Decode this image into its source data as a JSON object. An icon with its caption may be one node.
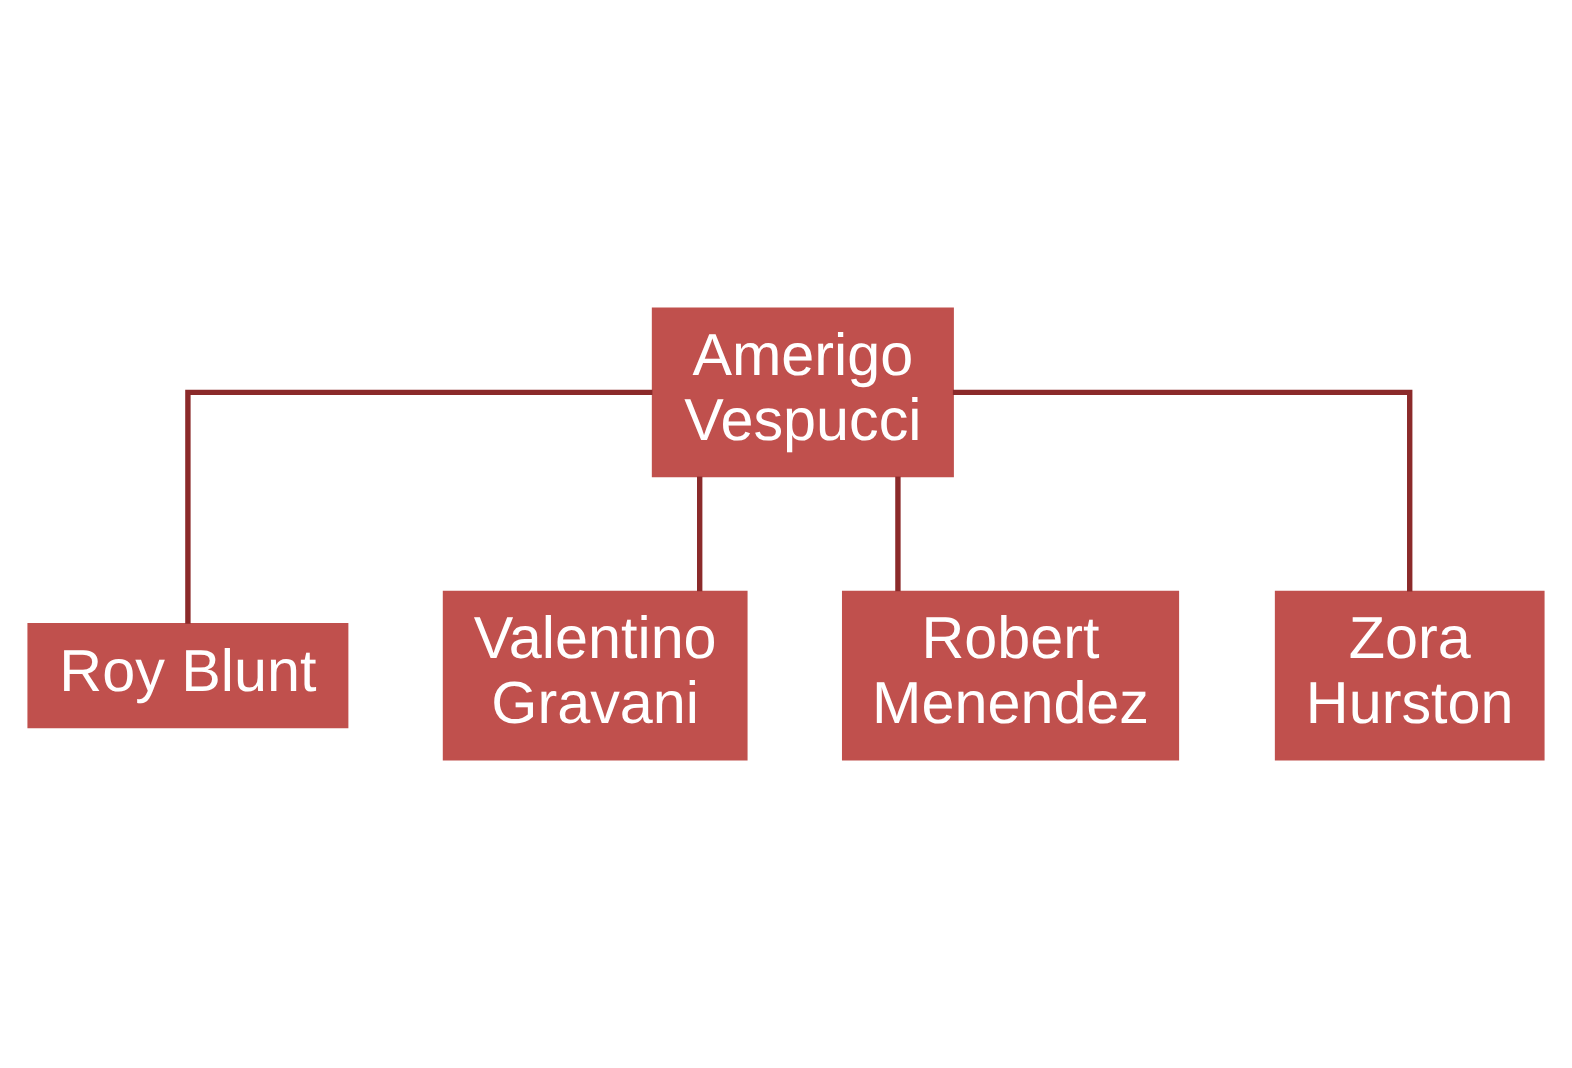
{
  "diagram": {
    "nodes": [
      {
        "text": [
          "Amerigo Vespucci"
        ]
      },
      {
        "text": [
          "Roy Blunt"
        ]
      },
      {
        "text": [
          "Valentino Gravani"
        ]
      },
      {
        "text": [
          "Robert Menendez"
        ]
      },
      {
        "text": [
          "Zora Hurston"
        ]
      }
    ],
    "edges": [
      {
        "from": 0,
        "to": 1,
        "arrow": "none"
      },
      {
        "from": 0,
        "to": 2,
        "arrow": "none"
      },
      {
        "from": 0,
        "to": 3,
        "arrow": "none"
      },
      {
        "from": 0,
        "to": 4,
        "arrow": "none"
      }
    ]
  }
}
